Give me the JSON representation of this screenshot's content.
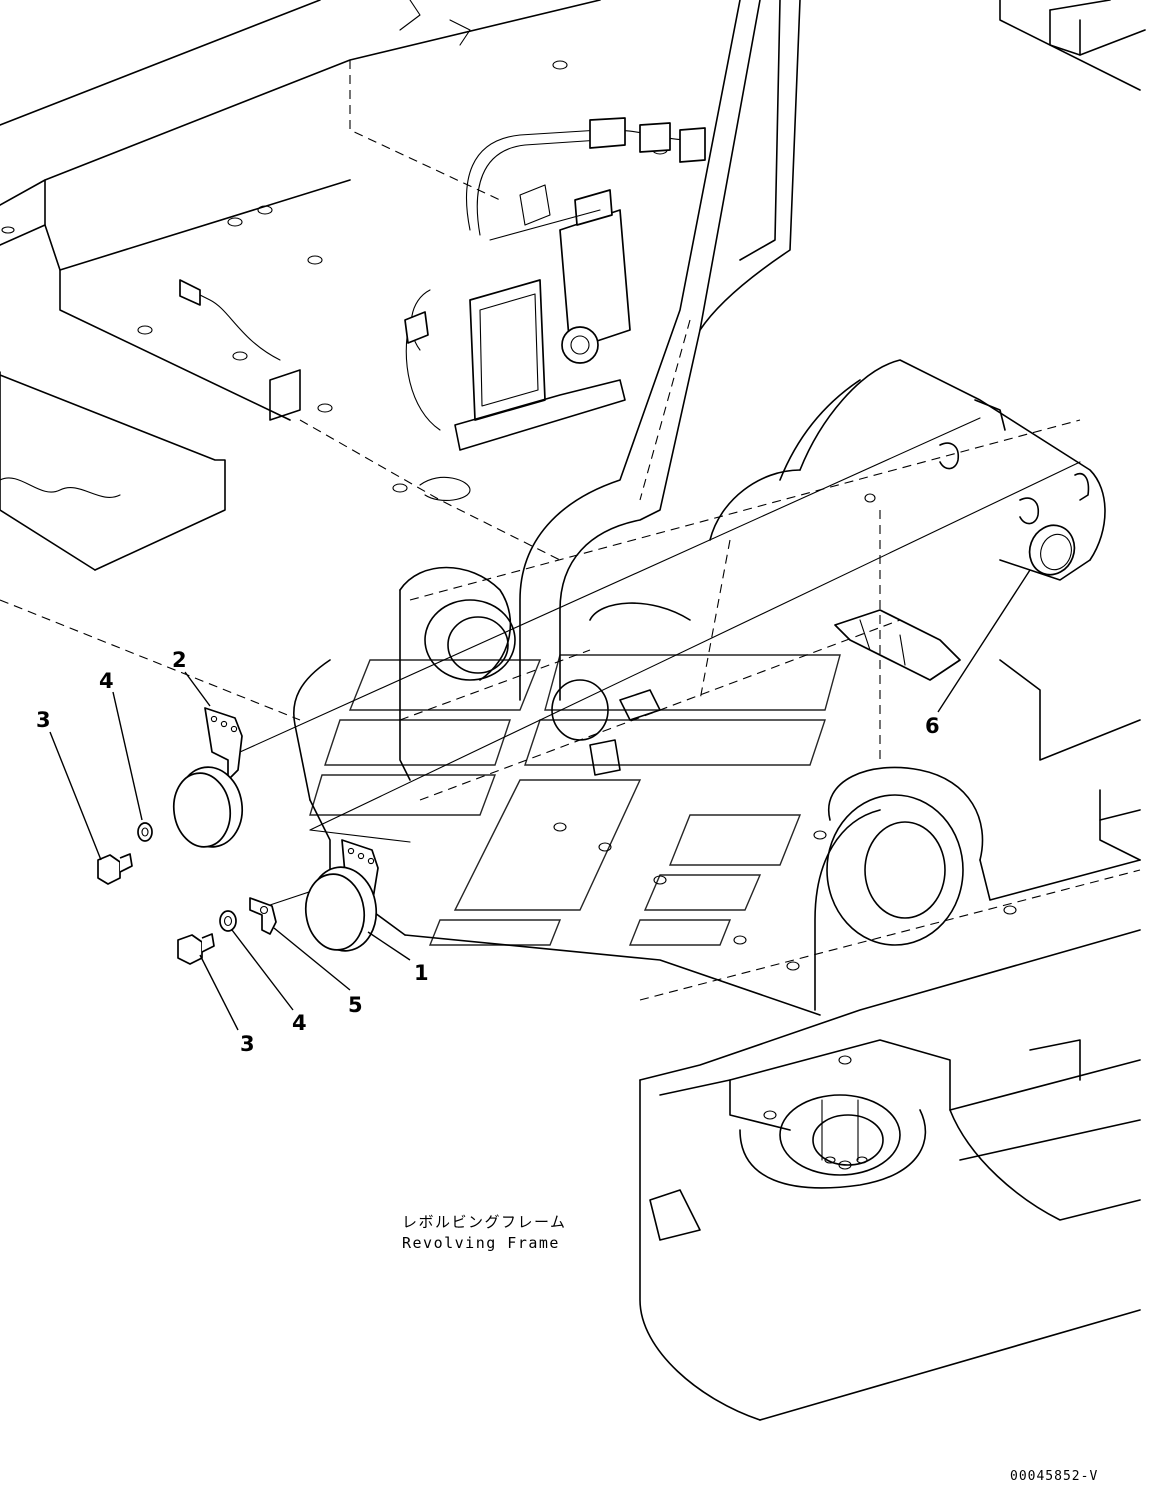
{
  "callouts": {
    "c1": "1",
    "c2": "2",
    "c3a": "3",
    "c3b": "3",
    "c4a": "4",
    "c4b": "4",
    "c5": "5",
    "c6": "6"
  },
  "frame_label": {
    "jp": "レボルビングフレーム",
    "en": "Revolving Frame"
  },
  "drawing_code": "00045852-V"
}
